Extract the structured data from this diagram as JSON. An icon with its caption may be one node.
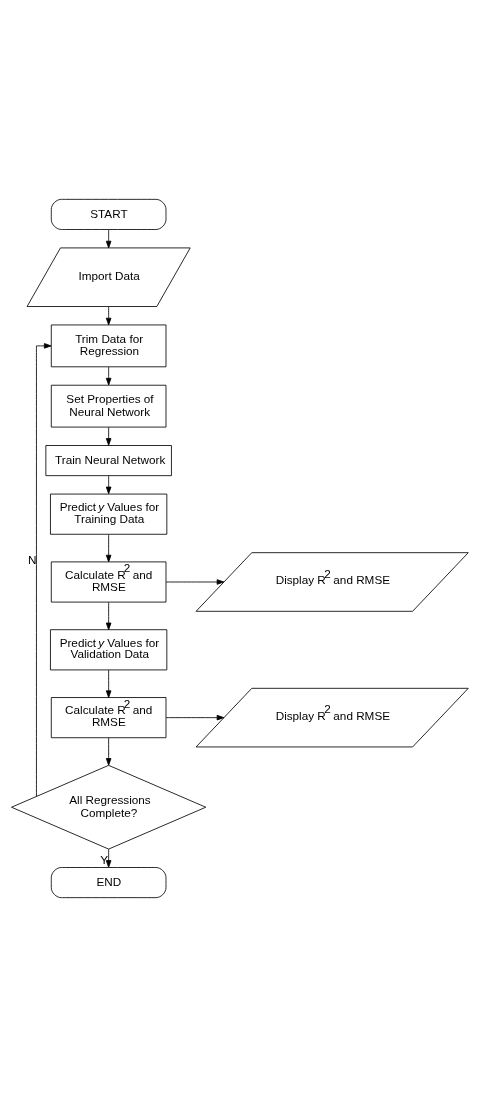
{
  "diagram": {
    "nodes": [
      {
        "text": [
          "START"
        ]
      },
      {
        "text": [
          "Import Data"
        ]
      },
      {
        "text": [
          "Trim Data for Regression"
        ]
      },
      {
        "text": [
          "Set Properties of Neural Network"
        ]
      },
      {
        "text": [
          "Train Neural Network"
        ]
      },
      {
        "text": [
          "Predict *y* Values for Training Data"
        ]
      },
      {
        "text": [
          "Calculate R$^{2}$ and RMSE"
        ]
      },
      {
        "text": [
          "Display R$^{2}$ and RMSE"
        ]
      },
      {
        "text": [
          "Predict *y* Values for Validation Data"
        ]
      },
      {
        "text": [
          "Calculate R$^{2}$ and RMSE"
        ]
      },
      {
        "text": [
          "Display R$^{2}$ and RMSE"
        ]
      },
      {
        "text": [
          "All Regressions Complete?"
        ]
      },
      {
        "text": [
          "END"
        ]
      }
    ],
    "edges": [
      {
        "from": 0,
        "to": 1,
        "arrow": "to"
      },
      {
        "from": 1,
        "to": 2,
        "arrow": "to"
      },
      {
        "from": 2,
        "to": 3,
        "arrow": "to"
      },
      {
        "from": 3,
        "to": 4,
        "arrow": "to"
      },
      {
        "from": 4,
        "to": 5,
        "arrow": "to"
      },
      {
        "from": 5,
        "to": 6,
        "arrow": "to"
      },
      {
        "from": 6,
        "to": 7,
        "arrow": "to"
      },
      {
        "from": 6,
        "to": 8,
        "arrow": "to"
      },
      {
        "from": 8,
        "to": 9,
        "arrow": "to"
      },
      {
        "from": 9,
        "to": 10,
        "arrow": "to"
      },
      {
        "from": 9,
        "to": 11,
        "arrow": "to"
      },
      {
        "from": 11,
        "to": 2,
        "arrow": "to",
        "label": "N"
      },
      {
        "from": 11,
        "to": 12,
        "arrow": "to",
        "label": "Y"
      }
    ]
  }
}
